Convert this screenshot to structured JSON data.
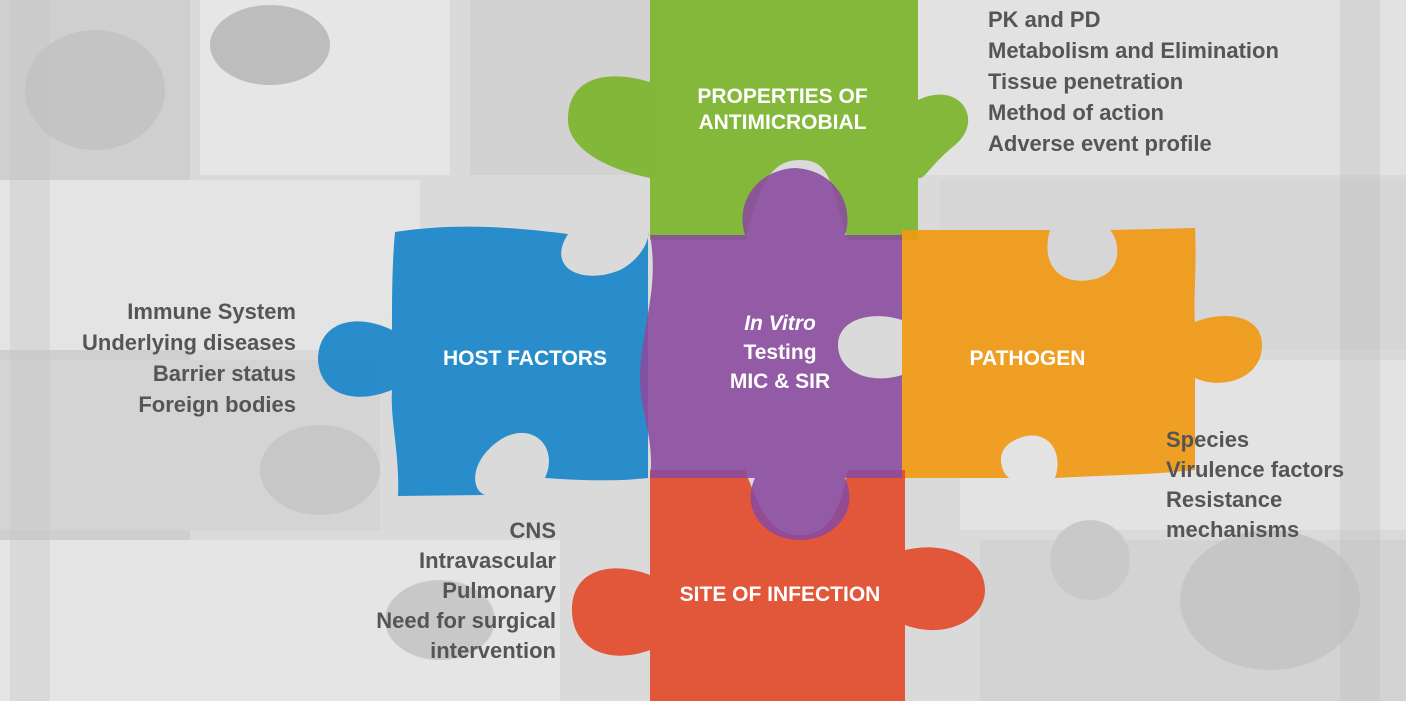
{
  "pieces": {
    "antimicrobial": {
      "line1": "PROPERTIES OF",
      "line2": "ANTIMICROBIAL",
      "color": "#7cb52e"
    },
    "host": {
      "label": "HOST FACTORS",
      "color": "#1a86c8"
    },
    "pathogen": {
      "label": "PATHOGEN",
      "color": "#ef9a16"
    },
    "site": {
      "label": "SITE OF INFECTION",
      "color": "#e24b2c"
    },
    "center": {
      "line1": "In Vitro",
      "line2": "Testing",
      "line3": "MIC & SIR",
      "color": "#8b4b9e"
    }
  },
  "lists": {
    "antimicrobial": [
      "PK and PD",
      "Metabolism and Elimination",
      "Tissue penetration",
      "Method of action",
      "Adverse event profile"
    ],
    "host": [
      "Immune System",
      "Underlying diseases",
      "Barrier status",
      "Foreign bodies"
    ],
    "pathogen": [
      "Species",
      "Virulence factors",
      "Resistance",
      "mechanisms"
    ],
    "site": [
      "CNS",
      "Intravascular",
      "Pulmonary",
      "Need for surgical",
      "intervention"
    ]
  },
  "colors": {
    "text": "#555555",
    "background": "#d9d9d9"
  }
}
